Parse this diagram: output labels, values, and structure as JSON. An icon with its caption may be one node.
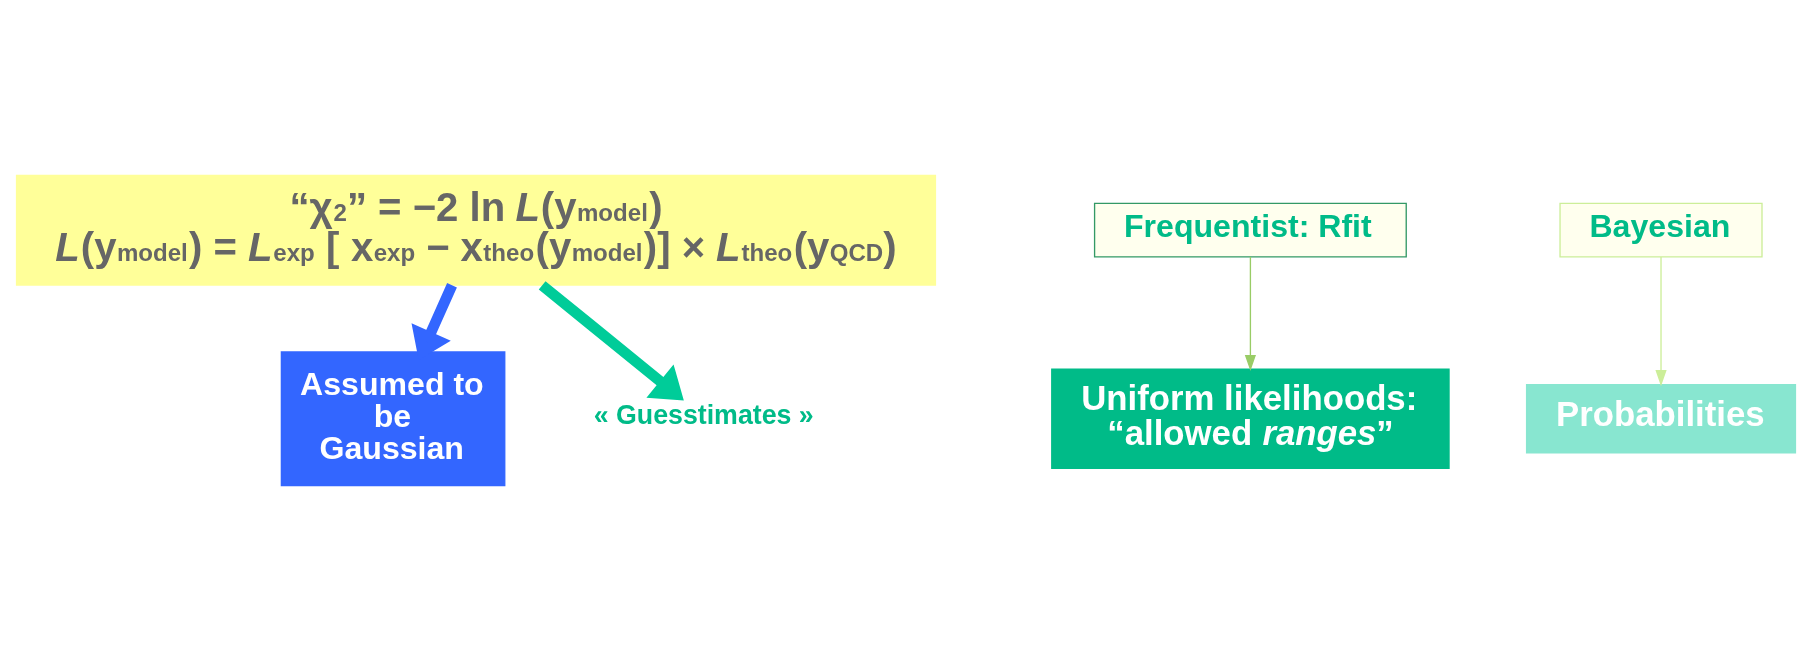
{
  "diagram": {
    "nodes": [
      {
        "text": [
          "“χ$^{2}$” = −2 ln *L*(**y**$_{model}$)",
          "*L*(**y**$_{model}$) = *L*$_{exp}$ [ **x**$_{exp}$ − **x**$_{theo}$(**y**$_{model}$)] × *L*$_{theo}$(**y**$_{QCD}$)"
        ]
      },
      {
        "text": [
          "Assumed to be Gaussian"
        ]
      },
      {
        "text": [
          "« Guesstimates »"
        ]
      },
      {
        "text": [
          "Frequentist: Rfit"
        ]
      },
      {
        "text": [
          "Uniform likelihoods: “allowed *ranges*”"
        ]
      },
      {
        "text": [
          "Bayesian"
        ]
      },
      {
        "text": [
          "Probabilities"
        ]
      }
    ],
    "edges": [
      {
        "from": 0,
        "to": 1,
        "arrow": "to",
        "style": "thick",
        "color": "#3366ff"
      },
      {
        "from": 0,
        "to": 2,
        "arrow": "to",
        "style": "thick",
        "color": "#00cc99"
      },
      {
        "from": 3,
        "to": 4,
        "arrow": "to",
        "color": "#99cc66"
      },
      {
        "from": 5,
        "to": 6,
        "arrow": "to",
        "color": "#ccee99"
      }
    ]
  }
}
